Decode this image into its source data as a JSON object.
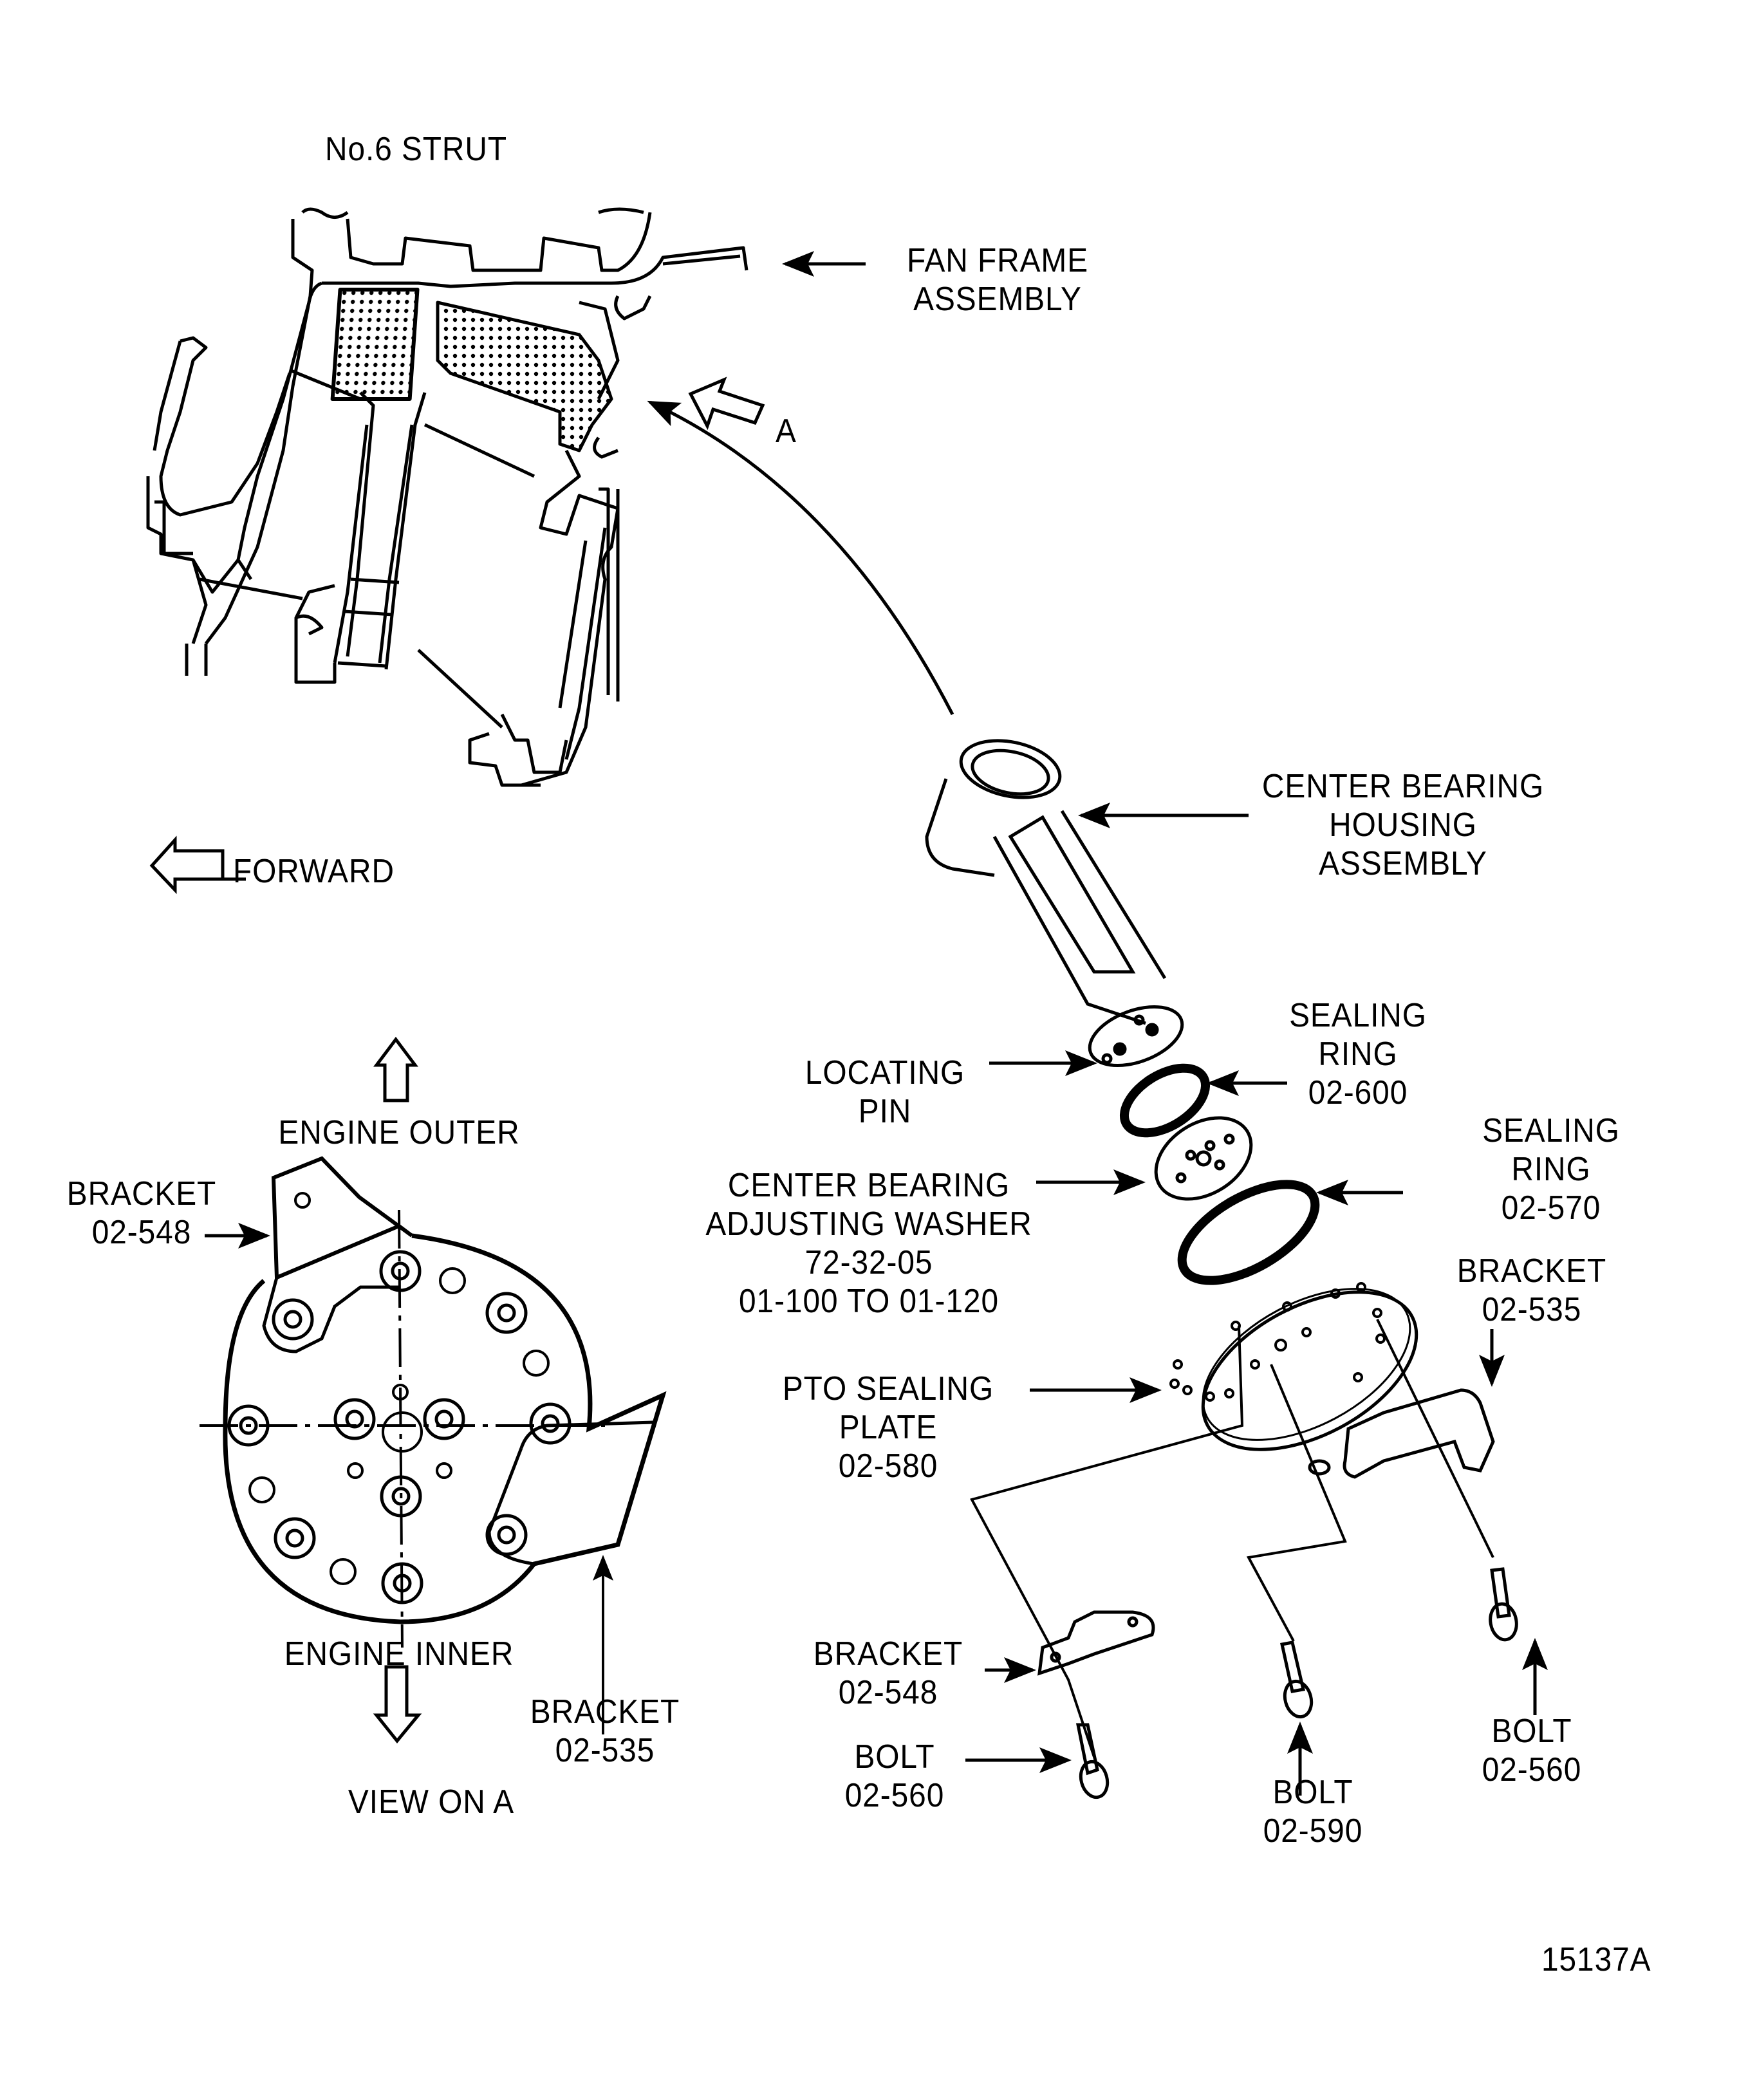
{
  "figure_id": "15137A",
  "strut_section": {
    "title": "No.6 STRUT",
    "fan_frame": [
      "FAN FRAME",
      "ASSEMBLY"
    ],
    "view_marker": "A",
    "forward": "FORWARD"
  },
  "exploded_view": {
    "center_bearing_housing": [
      "CENTER BEARING",
      "HOUSING",
      "ASSEMBLY"
    ],
    "locating_pin": [
      "LOCATING",
      "PIN"
    ],
    "sealing_ring_600": [
      "SEALING",
      "RING",
      "02-600"
    ],
    "sealing_ring_570": [
      "SEALING",
      "RING",
      "02-570"
    ],
    "adjusting_washer": [
      "CENTER BEARING",
      "ADJUSTING WASHER",
      "72-32-05",
      "01-100 TO 01-120"
    ],
    "pto_sealing_plate": [
      "PTO SEALING",
      "PLATE",
      "02-580"
    ],
    "bracket_535": [
      "BRACKET",
      "02-535"
    ],
    "bracket_548": [
      "BRACKET",
      "02-548"
    ],
    "bolt_560_left": [
      "BOLT",
      "02-560"
    ],
    "bolt_590": [
      "BOLT",
      "02-590"
    ],
    "bolt_560_right": [
      "BOLT",
      "02-560"
    ]
  },
  "view_on_a": {
    "engine_outer": "ENGINE OUTER",
    "engine_inner": "ENGINE INNER",
    "bracket_548": [
      "BRACKET",
      "02-548"
    ],
    "bracket_535": [
      "BRACKET",
      "02-535"
    ],
    "caption": "VIEW ON A"
  }
}
